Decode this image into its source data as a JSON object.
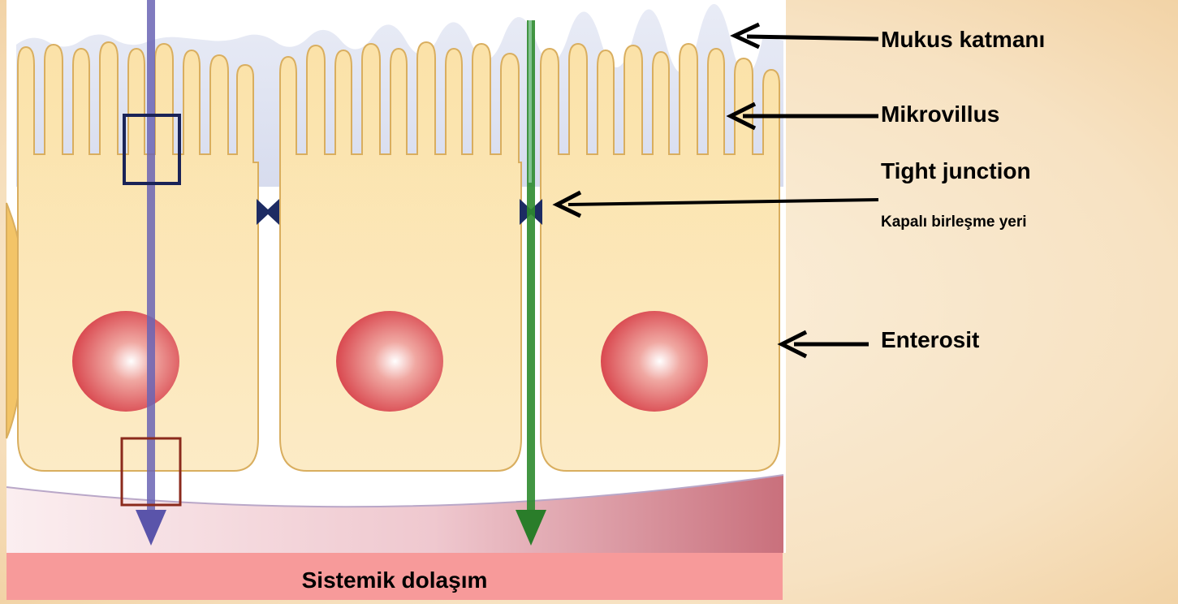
{
  "labels": {
    "mucus_layer": "Mukus katmanı",
    "microvillus": "Mikrovillus",
    "tight_junction": "Tight junction",
    "tight_junction_tr": "Kapalı birleşme yeri",
    "enterocyte": "Enterosit"
  },
  "bottom_banner": {
    "text": "Sistemik dolaşım",
    "color": "#f79a9a"
  },
  "colors": {
    "cell_fill": "#fbe6b4",
    "cell_border": "#d9ae5f",
    "nucleus": "#d9484f",
    "mucus": "#dfe3f0",
    "blood_vessel": "#c9707c",
    "transcellular_arrow": "#6a64b4",
    "paracellular_arrow": "#2e8b2e",
    "tight_junction": "#1d2b63",
    "box_top": "#1a2357",
    "box_bottom": "#8b2a1c"
  }
}
